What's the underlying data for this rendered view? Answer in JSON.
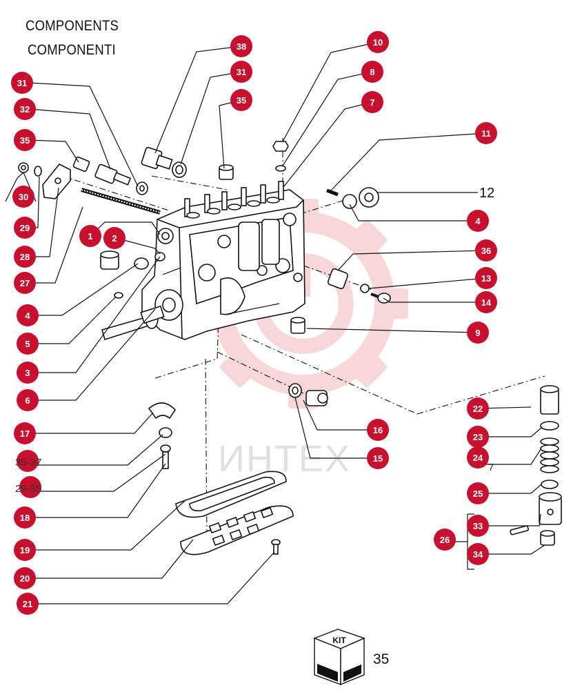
{
  "header": {
    "title_en": "COMPONENTS",
    "title_it": "COMPONENTI"
  },
  "colors": {
    "badge": "#c8102e",
    "badge_text": "#ffffff",
    "line": "#111111",
    "watermark": "#f2b8b8"
  },
  "watermark": {
    "text": "ИНТЕХ",
    "icon": "gear-logo-icon"
  },
  "callouts": {
    "c38": "38",
    "c31b": "31",
    "c35b": "35",
    "c10": "10",
    "c8": "8",
    "c7": "7",
    "c11": "11",
    "c4b": "4",
    "c36": "36",
    "c13": "13",
    "c14": "14",
    "c9": "9",
    "c22": "22",
    "c23": "23",
    "c24": "24",
    "c25": "25",
    "c33": "33",
    "c26": "26",
    "c34": "34",
    "c16": "16",
    "c15": "15",
    "c31": "31",
    "c32": "32",
    "c35": "35",
    "c30": "30",
    "c29": "29",
    "c28": "28",
    "c1": "1",
    "c2": "2",
    "c27": "27",
    "c4": "4",
    "c5": "5",
    "c3": "3",
    "c6": "6",
    "c17": "17",
    "c18": "18",
    "c19": "19",
    "c20": "20",
    "c21": "21"
  },
  "plain_labels": {
    "part12": "12",
    "ref_35_37": "35-37",
    "ref_29_35": "29-35",
    "stray_7": "7"
  },
  "kit": {
    "label": "KIT",
    "number": "35"
  }
}
